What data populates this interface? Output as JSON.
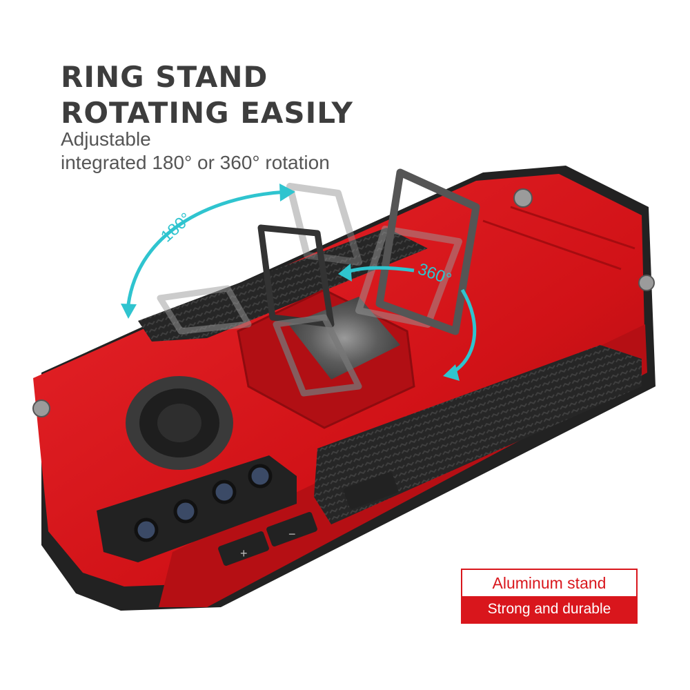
{
  "headline": {
    "line1": "RING STAND",
    "line2": "ROTATING EASILY"
  },
  "subheadline": {
    "line1": "Adjustable",
    "line2": "integrated 180° or 360° rotation"
  },
  "rotation_labels": {
    "left": "180°",
    "right": "360°"
  },
  "buttons": {
    "volume_up": "+",
    "volume_down": "−"
  },
  "badge": {
    "top": "Aluminum stand",
    "bottom": "Strong and durable"
  },
  "colors": {
    "case_red": "#d9161c",
    "accent_cyan": "#2fc4cf",
    "text_dark": "#3d3d3d",
    "bumper_black": "#222222"
  }
}
